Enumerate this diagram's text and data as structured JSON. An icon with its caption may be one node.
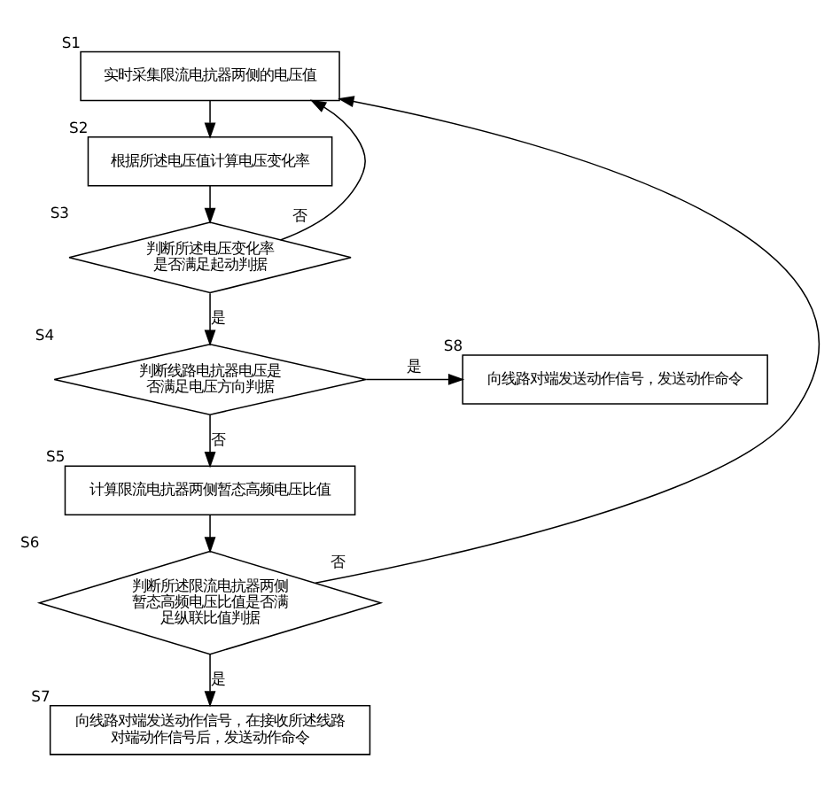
{
  "diagram": {
    "nodes": [
      {
        "text": [
          "实时采集限流电抗器两侧的电压值"
        ],
        "beside": [
          "S1"
        ]
      },
      {
        "text": [
          "根据所述电压值计算电压变化率"
        ],
        "beside": [
          "S2"
        ]
      },
      {
        "text": [
          "判断所述电压变化率是否满足起动判据"
        ],
        "beside": [
          "S3"
        ]
      },
      {
        "text": [
          "判断线路电抗器电压是否满足电压方向判据"
        ],
        "beside": [
          "S4"
        ]
      },
      {
        "text": [
          "向线路对端发送动作信号，发送动作命令"
        ],
        "beside": [
          "S8"
        ]
      },
      {
        "text": [
          "计算限流电抗器两侧暂态高频电压比值"
        ],
        "beside": [
          "S5"
        ]
      },
      {
        "text": [
          "判断所述限流电抗器两侧暂态高频电压比值是否满足纵联比值判据"
        ],
        "beside": [
          "S6"
        ]
      },
      {
        "text": [
          "向线路对端发送动作信号，在接收所述线路对端动作信号后，发送动作命令"
        ],
        "beside": [
          "S7"
        ]
      }
    ],
    "edges": [
      {
        "from": 0,
        "to": 1,
        "arrow": "to"
      },
      {
        "from": 1,
        "to": 2,
        "arrow": "to"
      },
      {
        "from": 2,
        "to": 0,
        "arrow": "to",
        "label": "否"
      },
      {
        "from": 2,
        "to": 3,
        "arrow": "to",
        "label": "是"
      },
      {
        "from": 3,
        "to": 4,
        "arrow": "to",
        "label": "是"
      },
      {
        "from": 3,
        "to": 5,
        "arrow": "to",
        "label": "否"
      },
      {
        "from": 5,
        "to": 6,
        "arrow": "to"
      },
      {
        "from": 6,
        "to": 0,
        "arrow": "to",
        "label": "否"
      },
      {
        "from": 6,
        "to": 7,
        "arrow": "to",
        "label": "是"
      }
    ]
  }
}
